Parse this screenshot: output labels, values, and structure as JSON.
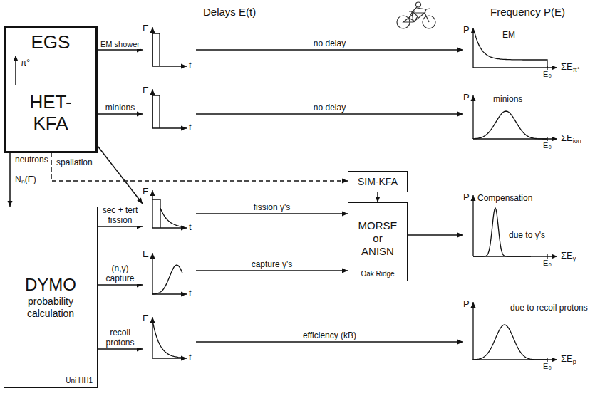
{
  "diagram": {
    "nodes": [
      {
        "text": [
          "EGS"
        ]
      },
      {
        "text": [
          "HET-KFA"
        ]
      },
      {
        "text": [
          "DYMO",
          "probability calculation",
          "Uni HH1"
        ]
      },
      {
        "text": [
          "SIM-KFA"
        ]
      },
      {
        "text": [
          "MORSE or ANISN",
          "Oak Ridge"
        ]
      },
      {
        "text": [
          "E",
          "t"
        ]
      },
      {
        "text": [
          "E",
          "t"
        ]
      },
      {
        "text": [
          "E",
          "t"
        ]
      },
      {
        "text": [
          "E",
          "t"
        ]
      },
      {
        "text": [
          "E",
          "t"
        ]
      },
      {
        "text": [
          "P",
          "EM",
          "E₀",
          "ΣE",
          "π°"
        ]
      },
      {
        "text": [
          "P",
          "minions",
          "E₀",
          "ΣE",
          "ion"
        ]
      },
      {
        "text": [
          "P",
          "Compensation",
          "due to γ's",
          "E₀",
          "ΣE",
          "γ"
        ]
      },
      {
        "text": [
          "P",
          "due to recoil protons",
          "E₀",
          "ΣE",
          "p"
        ]
      }
    ],
    "edges": [
      {
        "from": 1,
        "to": 0,
        "arrow": "to",
        "label": "π°"
      },
      {
        "from": 0,
        "to": 5,
        "arrow": "to",
        "label": "EM shower"
      },
      {
        "from": 1,
        "to": 6,
        "arrow": "to",
        "label": "minions"
      },
      {
        "from": 1,
        "to": 7,
        "arrow": "to",
        "label": "spallation"
      },
      {
        "from": 1,
        "to": 2,
        "arrow": "to",
        "label": "neutrons"
      },
      {
        "from": 1,
        "to": 3,
        "arrow": "to",
        "label": "Nₙ(E)"
      },
      {
        "from": 2,
        "to": 7,
        "arrow": "to",
        "label": "sec + tert fission"
      },
      {
        "from": 2,
        "to": 8,
        "arrow": "to",
        "label": "(n,γ) capture"
      },
      {
        "from": 2,
        "to": 9,
        "arrow": "to",
        "label": "recoil protons"
      },
      {
        "from": 5,
        "to": 10,
        "arrow": "to",
        "label": "no delay"
      },
      {
        "from": 6,
        "to": 11,
        "arrow": "to",
        "label": "no delay"
      },
      {
        "from": 7,
        "to": 4,
        "arrow": "to",
        "label": "fission γ's"
      },
      {
        "from": 8,
        "to": 4,
        "arrow": "to",
        "label": "capture γ's"
      },
      {
        "from": 3,
        "to": 4,
        "arrow": "to"
      },
      {
        "from": 4,
        "to": 12,
        "arrow": "to"
      },
      {
        "from": 9,
        "to": 13,
        "arrow": "to",
        "label": "efficiency (kB)"
      }
    ],
    "labels": [
      "Delays E(t)",
      "Frequency P(E)"
    ]
  }
}
